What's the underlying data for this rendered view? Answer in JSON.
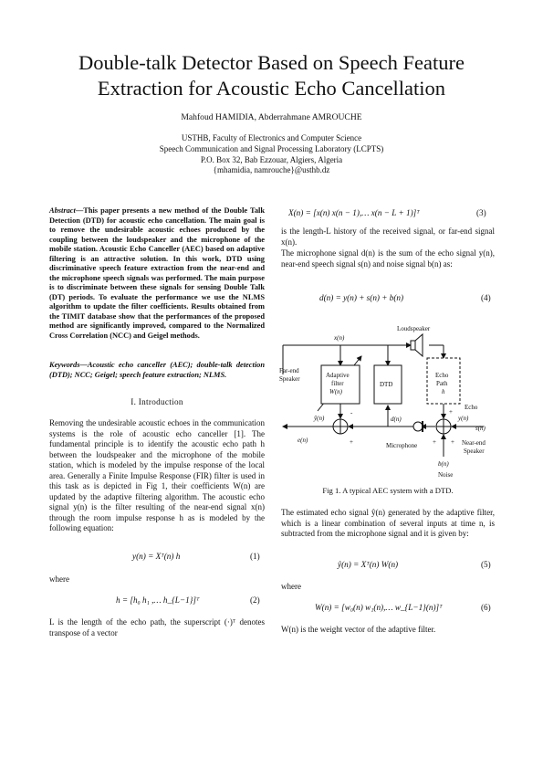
{
  "title_line1": "Double-talk Detector Based on Speech Feature",
  "title_line2": "Extraction for Acoustic Echo Cancellation",
  "authors": "Mahfoud HAMIDIA, Abderrahmane AMROUCHE",
  "affiliation": [
    "USTHB, Faculty of Electronics and Computer Science",
    "Speech Communication and Signal Processing Laboratory (LCPTS)",
    "P.O. Box 32, Bab Ezzouar, Algiers, Algeria",
    "{mhamidia, namrouche}@usthb.dz"
  ],
  "abstract_label": "Abstract",
  "abstract_text": "—This paper presents a new method of the Double Talk Detection (DTD) for acoustic echo cancellation. The main goal is to remove the undesirable acoustic echoes produced by the coupling between the loudspeaker and the microphone of the mobile station. Acoustic Echo Canceller (AEC) based on adaptive filtering is an attractive solution. In this work, DTD using discriminative speech feature extraction from the near-end and the microphone speech signals was performed. The main purpose is to discriminate between these signals for sensing Double Talk (DT) periods. To evaluate the performance we use the NLMS algorithm to update the filter coefficients. Results obtained from the TIMIT database show that the performances of the proposed method are significantly improved, compared to the Normalized Cross Correlation (NCC) and Geigel methods.",
  "keywords": "Keywords—Acoustic echo canceller (AEC); double-talk detection (DTD); NCC; Geigel; speech feature extraction; NLMS.",
  "section1": "I.   Introduction",
  "intro_p1": "Removing the undesirable acoustic echoes in the communication systems is the role of acoustic echo canceller [1]. The fundamental principle is to identify the acoustic echo path h between the loudspeaker and the microphone of the mobile station, which is modeled by the impulse response of the local area. Generally a Finite Impulse Response (FIR) filter is used in this task as is depicted in Fig 1, their coefficients W(n) are updated by the adaptive filtering algorithm. The acoustic echo signal y(n) is the filter resulting of the near-end signal x(n) through the room impulse response h as is modeled by the following equation:",
  "eq1": "y(n) = Xᵀ(n) h",
  "eq1_num": "(1)",
  "where1": "where",
  "eq2": "h = [h₀  h₁ ,…  h_{L−1}]ᵀ",
  "eq2_num": "(2)",
  "intro_p2": "L is the length of the echo path, the superscript (·)ᵀ denotes transpose of a vector",
  "eq3": "X(n) = [x(n)  x(n − 1),…   x(n − L + 1)]ᵀ",
  "eq3_num": "(3)",
  "right_p1": "is the length-L history of the received signal, or far-end signal x(n).",
  "right_p2": "The microphone signal d(n) is the sum of the echo signal y(n), near-end speech signal s(n) and noise signal b(n) as:",
  "eq4": "d(n) = y(n) + s(n) + b(n)",
  "eq4_num": "(4)",
  "fig_caption": "Fig 1. A typical AEC system with a DTD.",
  "fig_labels": {
    "loudspeaker": "Loudspeaker",
    "xn": "x(n)",
    "far_end_1": "Far-end",
    "far_end_2": "Speaker",
    "adaptive_1": "Adaptive",
    "adaptive_2": "filter",
    "adaptive_3": "W(n)",
    "dtd": "DTD",
    "echo_path_1": "Echo",
    "echo_path_2": "Path",
    "echo_path_3": "h",
    "echo": "Echo",
    "yhat": "ŷ(n)",
    "yn": "y(n)",
    "dn": "d(n)",
    "sn": "s(n)",
    "en": "e(n)",
    "microphone": "Microphone",
    "near_end_1": "Near-end",
    "near_end_2": "Speaker",
    "bn": "b(n)",
    "noise": "Noise",
    "minus": "-",
    "plus": "+"
  },
  "right_p3": "The estimated echo signal ŷ(n) generated by the adaptive filter, which is a linear combination of several inputs at time n,  is subtracted from the microphone signal and it is given by:",
  "eq5": "ŷ(n) = Xᵀ(n) W(n)",
  "eq5_num": "(5)",
  "where2": "where",
  "eq6": "W(n) = [w₀(n)  w₁(n),…  w_{L−1}(n)]ᵀ",
  "eq6_num": "(6)",
  "right_p4": "W(n) is the weight vector of the adaptive filter."
}
